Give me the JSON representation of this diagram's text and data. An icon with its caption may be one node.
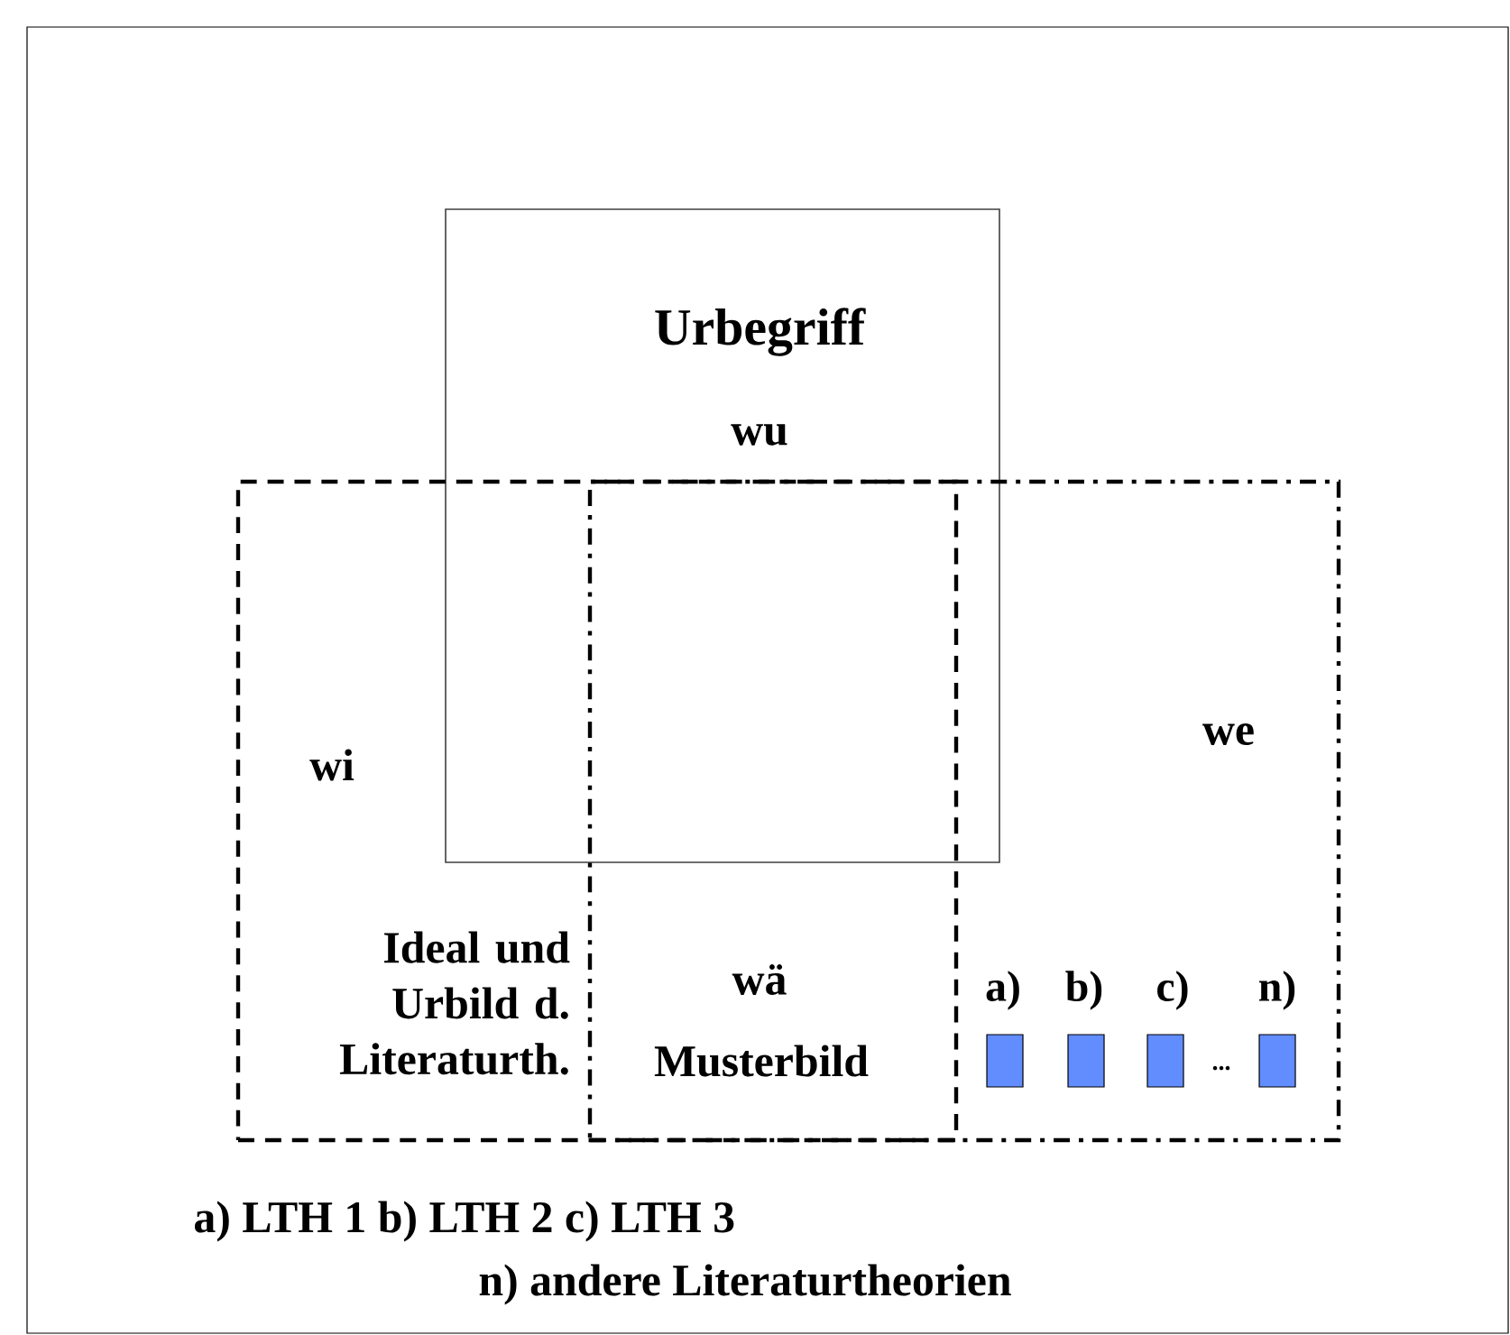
{
  "diagram": {
    "nodes": [
      {
        "text": [
          "Urbegriff",
          "wu"
        ]
      },
      {
        "text": [
          "wi",
          "Ideal und Urbild d. Literaturth."
        ]
      },
      {
        "text": [
          "we"
        ]
      },
      {
        "text": [],
        "shape": "box",
        "in": 2,
        "beside": [
          "a)"
        ]
      },
      {
        "text": [],
        "shape": "box",
        "in": 2,
        "beside": [
          "b)"
        ]
      },
      {
        "text": [],
        "shape": "box",
        "in": 2,
        "beside": [
          "c)"
        ]
      },
      {
        "text": [],
        "shape": "box",
        "in": 2,
        "beside": [
          "n)"
        ]
      }
    ],
    "edges": [],
    "labels": [
      "wä",
      "Musterbild",
      "...",
      "a) LTH 1 b) LTH 2 c) LTH 3",
      "n) andere Literaturtheorien"
    ]
  }
}
